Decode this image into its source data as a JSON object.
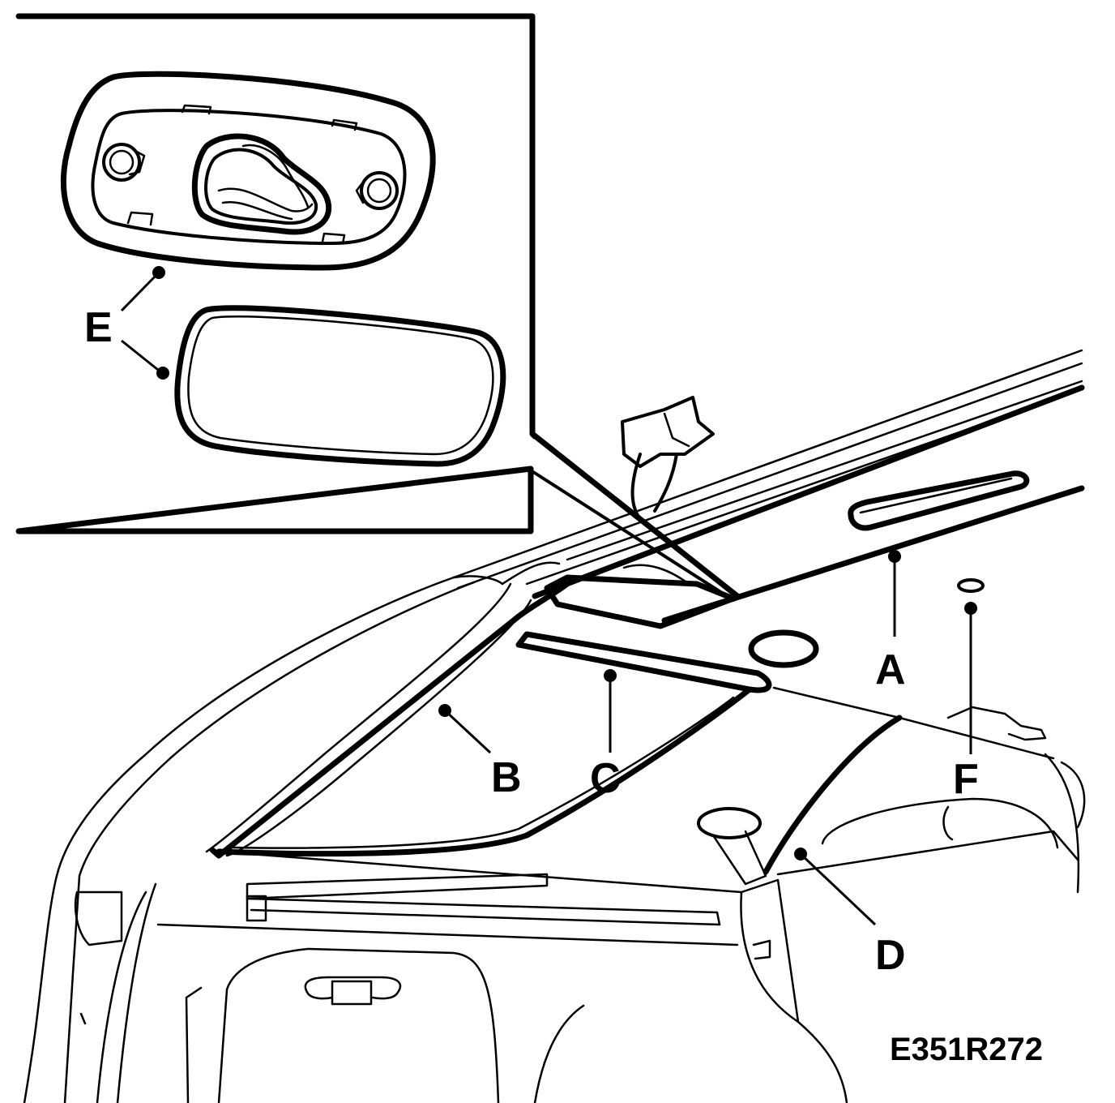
{
  "callouts": {
    "a": "A",
    "b": "B",
    "c": "C",
    "d": "D",
    "e": "E",
    "f": "F"
  },
  "figure_id": "E351R272",
  "colors": {
    "line": "#000000",
    "background": "#ffffff"
  }
}
